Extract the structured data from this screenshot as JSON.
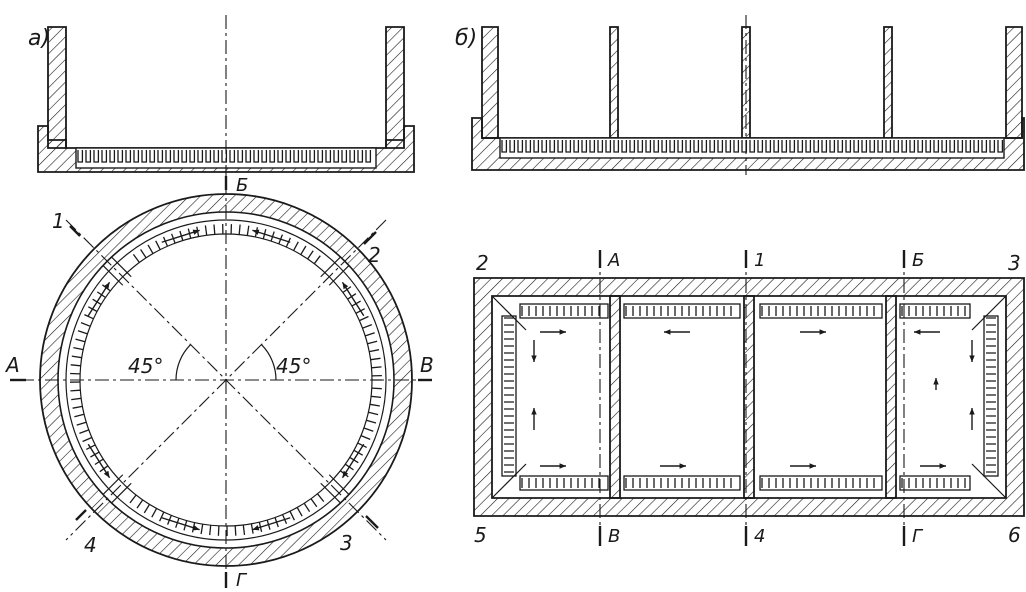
{
  "views": {
    "a": {
      "label": "а)"
    },
    "b": {
      "label": "б)"
    }
  },
  "circle_plan": {
    "section_labels": {
      "top": "Б",
      "bottom": "Г",
      "left": "А",
      "right": "В"
    },
    "sector_labels": [
      "1",
      "2",
      "3",
      "4"
    ],
    "angle_left": "45°",
    "angle_right": "45°"
  },
  "rect_plan": {
    "corner_labels": {
      "top_left": "2",
      "top_right": "3",
      "bottom_left": "5",
      "bottom_right": "6"
    },
    "section_labels_top": [
      "А",
      "1",
      "Б"
    ],
    "section_labels_bottom": [
      "В",
      "4",
      "Г"
    ]
  },
  "colors": {
    "ink": "#1a1a1a",
    "paper": "#ffffff"
  }
}
